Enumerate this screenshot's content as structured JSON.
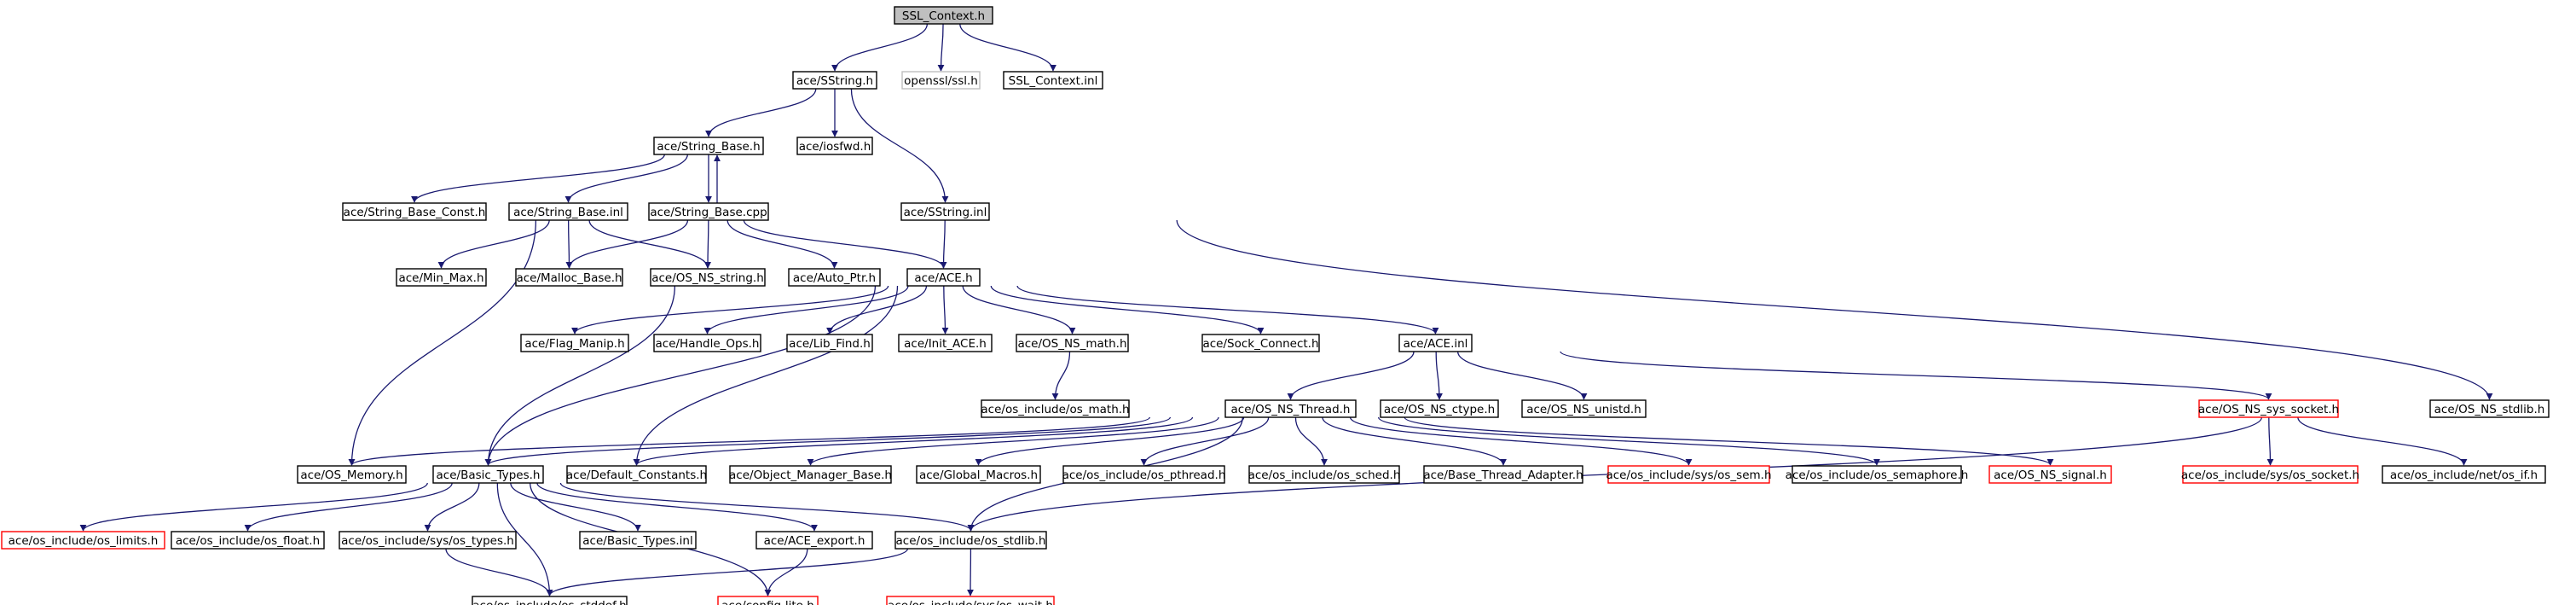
{
  "diagram": {
    "colors": {
      "edge": "#191970",
      "root_fill": "#bfbfbf",
      "missing_border": "#ff0000",
      "external_border": "#bfbfbf"
    },
    "nodes": [
      {
        "id": "n0",
        "label": "SSL_Context.h",
        "style": "root"
      },
      {
        "id": "n1",
        "label": "ace/SString.h"
      },
      {
        "id": "n2",
        "label": "openssl/ssl.h",
        "style": "gray"
      },
      {
        "id": "n3",
        "label": "SSL_Context.inl"
      },
      {
        "id": "n4",
        "label": "ace/String_Base.h"
      },
      {
        "id": "n5",
        "label": "ace/iosfwd.h"
      },
      {
        "id": "n6",
        "label": "ace/String_Base_Const.h"
      },
      {
        "id": "n7",
        "label": "ace/String_Base.inl"
      },
      {
        "id": "n8",
        "label": "ace/String_Base.cpp"
      },
      {
        "id": "n9",
        "label": "ace/SString.inl"
      },
      {
        "id": "n10",
        "label": "ace/Min_Max.h"
      },
      {
        "id": "n11",
        "label": "ace/Malloc_Base.h"
      },
      {
        "id": "n12",
        "label": "ace/OS_NS_string.h"
      },
      {
        "id": "n13",
        "label": "ace/Auto_Ptr.h"
      },
      {
        "id": "n14",
        "label": "ace/ACE.h"
      },
      {
        "id": "n15",
        "label": "ace/Flag_Manip.h"
      },
      {
        "id": "n16",
        "label": "ace/Handle_Ops.h"
      },
      {
        "id": "n17",
        "label": "ace/Lib_Find.h"
      },
      {
        "id": "n18",
        "label": "ace/Init_ACE.h"
      },
      {
        "id": "n19",
        "label": "ace/OS_NS_math.h"
      },
      {
        "id": "n20",
        "label": "ace/Sock_Connect.h"
      },
      {
        "id": "n21",
        "label": "ace/ACE.inl"
      },
      {
        "id": "n22",
        "label": "ace/os_include/os_math.h"
      },
      {
        "id": "n23",
        "label": "ace/OS_NS_Thread.h"
      },
      {
        "id": "n24",
        "label": "ace/OS_NS_ctype.h"
      },
      {
        "id": "n25",
        "label": "ace/OS_NS_unistd.h"
      },
      {
        "id": "n26",
        "label": "ace/OS_NS_sys_socket.h",
        "style": "red"
      },
      {
        "id": "n27",
        "label": "ace/OS_NS_stdlib.h"
      },
      {
        "id": "n28",
        "label": "ace/OS_Memory.h"
      },
      {
        "id": "n29",
        "label": "ace/Basic_Types.h"
      },
      {
        "id": "n30",
        "label": "ace/Default_Constants.h"
      },
      {
        "id": "n31",
        "label": "ace/Object_Manager_Base.h"
      },
      {
        "id": "n32",
        "label": "ace/Global_Macros.h"
      },
      {
        "id": "n33",
        "label": "ace/os_include/os_pthread.h"
      },
      {
        "id": "n34",
        "label": "ace/os_include/os_sched.h"
      },
      {
        "id": "n35",
        "label": "ace/Base_Thread_Adapter.h"
      },
      {
        "id": "n36",
        "label": "ace/os_include/sys/os_sem.h",
        "style": "red"
      },
      {
        "id": "n37",
        "label": "ace/os_include/os_semaphore.h"
      },
      {
        "id": "n38",
        "label": "ace/OS_NS_signal.h",
        "style": "red"
      },
      {
        "id": "n39",
        "label": "ace/os_include/sys/os_socket.h",
        "style": "red"
      },
      {
        "id": "n40",
        "label": "ace/os_include/net/os_if.h"
      },
      {
        "id": "n41",
        "label": "ace/os_include/os_limits.h",
        "style": "red"
      },
      {
        "id": "n42",
        "label": "ace/os_include/os_float.h"
      },
      {
        "id": "n43",
        "label": "ace/os_include/sys/os_types.h"
      },
      {
        "id": "n44",
        "label": "ace/Basic_Types.inl"
      },
      {
        "id": "n45",
        "label": "ace/ACE_export.h"
      },
      {
        "id": "n46",
        "label": "ace/os_include/os_stdlib.h"
      },
      {
        "id": "n47",
        "label": "ace/os_include/os_stddef.h"
      },
      {
        "id": "n48",
        "label": "ace/config-lite.h",
        "style": "red"
      },
      {
        "id": "n49",
        "label": "ace/os_include/sys/os_wait.h",
        "style": "red"
      }
    ]
  }
}
